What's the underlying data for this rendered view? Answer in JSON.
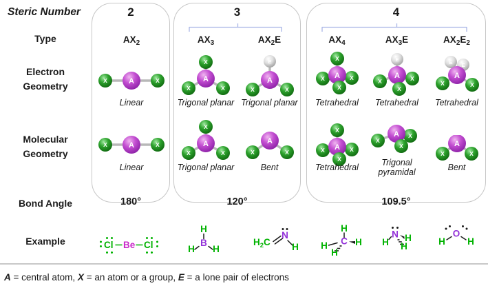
{
  "row_labels": {
    "steric_number": "Steric Number",
    "type": "Type",
    "electron_geometry": "Electron Geometry",
    "molecular_geometry": "Molecular Geometry",
    "bond_angle": "Bond Angle",
    "example": "Example"
  },
  "sphere_labels": {
    "A": "A",
    "X": "X",
    "E": "E"
  },
  "groups": [
    {
      "steric_number": "2",
      "bond_angle": "180°",
      "columns": [
        {
          "type": [
            {
              "t": "AX"
            },
            {
              "t": "2",
              "sub": true
            }
          ],
          "electron": {
            "shape": "linear",
            "label": "Linear"
          },
          "molecular": {
            "shape": "linear",
            "label": "Linear"
          }
        }
      ]
    },
    {
      "steric_number": "3",
      "bond_angle": "120°",
      "columns": [
        {
          "type": [
            {
              "t": "AX"
            },
            {
              "t": "3",
              "sub": true
            }
          ],
          "electron": {
            "shape": "trigonal_planar",
            "label": "Trigonal planar"
          },
          "molecular": {
            "shape": "trigonal_planar",
            "label": "Trigonal planar"
          }
        },
        {
          "type": [
            {
              "t": "AX"
            },
            {
              "t": "2",
              "sub": true
            },
            {
              "t": "E"
            }
          ],
          "electron": {
            "shape": "ax2e_3",
            "label": "Trigonal planar"
          },
          "molecular": {
            "shape": "bent_3",
            "label": "Bent"
          }
        }
      ]
    },
    {
      "steric_number": "4",
      "bond_angle": "109.5°",
      "columns": [
        {
          "type": [
            {
              "t": "AX"
            },
            {
              "t": "4",
              "sub": true
            }
          ],
          "electron": {
            "shape": "tetrahedral",
            "label": "Tetrahedral"
          },
          "molecular": {
            "shape": "tetrahedral",
            "label": "Tetrahedral"
          }
        },
        {
          "type": [
            {
              "t": "AX"
            },
            {
              "t": "3",
              "sub": true
            },
            {
              "t": "E"
            }
          ],
          "electron": {
            "shape": "ax3e_4",
            "label": "Tetrahedral"
          },
          "molecular": {
            "shape": "trig_pyramidal",
            "label": "Trigonal pyramidal"
          }
        },
        {
          "type": [
            {
              "t": "AX"
            },
            {
              "t": "2",
              "sub": true
            },
            {
              "t": "E"
            },
            {
              "t": "2",
              "sub": true
            }
          ],
          "electron": {
            "shape": "ax2e2_4",
            "label": "Tetrahedral"
          },
          "molecular": {
            "shape": "bent_4",
            "label": "Bent"
          }
        }
      ]
    }
  ],
  "examples": [
    {
      "id": "becl2",
      "atoms": [
        {
          "segs": [
            {
              "t": "Cl"
            }
          ],
          "color": "green"
        },
        {
          "segs": [
            {
              "t": "Be"
            }
          ],
          "color": "magenta"
        },
        {
          "segs": [
            {
              "t": "Cl"
            }
          ],
          "color": "green"
        }
      ]
    },
    {
      "id": "bh3",
      "atoms": [
        {
          "segs": [
            {
              "t": "H"
            }
          ],
          "color": "green"
        },
        {
          "segs": [
            {
              "t": "B"
            }
          ],
          "color": "purple"
        },
        {
          "segs": [
            {
              "t": "H"
            }
          ],
          "color": "green"
        },
        {
          "segs": [
            {
              "t": "H"
            }
          ],
          "color": "green"
        }
      ]
    },
    {
      "id": "h2cnh",
      "atoms": [
        {
          "segs": [
            {
              "t": "H"
            },
            {
              "t": "2",
              "sub": true
            },
            {
              "t": "C"
            }
          ],
          "color": "green"
        },
        {
          "segs": [
            {
              "t": "N"
            }
          ],
          "color": "purple"
        },
        {
          "segs": [
            {
              "t": "H"
            }
          ],
          "color": "green"
        }
      ]
    },
    {
      "id": "ch4",
      "atoms": [
        {
          "segs": [
            {
              "t": "H"
            }
          ],
          "color": "green"
        },
        {
          "segs": [
            {
              "t": "C"
            }
          ],
          "color": "purple"
        },
        {
          "segs": [
            {
              "t": "H"
            }
          ],
          "color": "green"
        },
        {
          "segs": [
            {
              "t": "H"
            }
          ],
          "color": "green"
        },
        {
          "segs": [
            {
              "t": "H"
            }
          ],
          "color": "green"
        }
      ]
    },
    {
      "id": "nh3",
      "atoms": [
        {
          "segs": [
            {
              "t": "N"
            }
          ],
          "color": "purple"
        },
        {
          "segs": [
            {
              "t": "H"
            }
          ],
          "color": "green"
        },
        {
          "segs": [
            {
              "t": "H"
            }
          ],
          "color": "green"
        },
        {
          "segs": [
            {
              "t": "H"
            }
          ],
          "color": "green"
        }
      ]
    },
    {
      "id": "h2o",
      "atoms": [
        {
          "segs": [
            {
              "t": "O"
            }
          ],
          "color": "purple"
        },
        {
          "segs": [
            {
              "t": "H"
            }
          ],
          "color": "green"
        },
        {
          "segs": [
            {
              "t": "H"
            }
          ],
          "color": "green"
        }
      ]
    }
  ],
  "footer": [
    {
      "t": "A",
      "em": true
    },
    {
      "t": " = central atom, "
    },
    {
      "t": "X",
      "em": true
    },
    {
      "t": " = an atom or a group, "
    },
    {
      "t": "E",
      "em": true
    },
    {
      "t": " = a lone pair of electrons"
    }
  ],
  "colors": {
    "green": "#00b200",
    "purple": "#9230d8",
    "magenta": "#c92bc9",
    "black": "#1a1a1a",
    "bracket": "#a9b5e6",
    "bond": "#b8b8b8",
    "border": "#c6c6c6"
  }
}
